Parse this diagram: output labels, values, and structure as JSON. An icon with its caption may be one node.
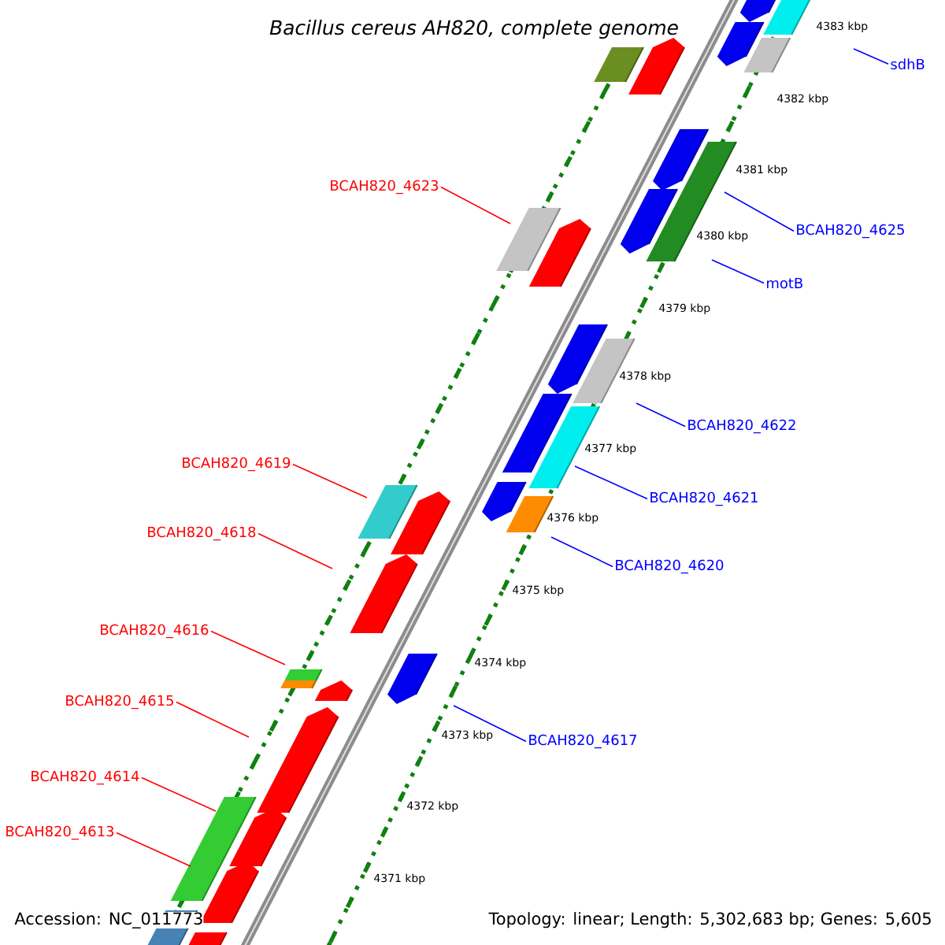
{
  "diagram": {
    "title": "Bacillus cereus AH820, complete genome",
    "nodes": [
      {
        "text": [
          "sdhB"
        ]
      },
      {
        "text": [
          "BCAH820_4623"
        ]
      },
      {
        "text": [
          "BCAH820_4625"
        ]
      },
      {
        "text": [
          "motB"
        ]
      },
      {
        "text": [
          "BCAH820_4622"
        ]
      },
      {
        "text": [
          "BCAH820_4619"
        ]
      },
      {
        "text": [
          "BCAH820_4621"
        ]
      },
      {
        "text": [
          "BCAH820_4618"
        ]
      },
      {
        "text": [
          "BCAH820_4620"
        ]
      },
      {
        "text": [
          "BCAH820_4616"
        ]
      },
      {
        "text": [
          "BCAH820_4615"
        ]
      },
      {
        "text": [
          "BCAH820_4617"
        ]
      },
      {
        "text": [
          "BCAH820_4614"
        ]
      },
      {
        "text": [
          "BCAH820_4613"
        ]
      }
    ],
    "edges": [
      {
        "from": 0,
        "to": null,
        "arrow": "none",
        "color": "#0000ff"
      },
      {
        "from": 1,
        "to": null,
        "arrow": "none",
        "color": "#ff0000"
      },
      {
        "from": 2,
        "to": null,
        "arrow": "none",
        "color": "#0000ff"
      },
      {
        "from": 3,
        "to": null,
        "arrow": "none",
        "color": "#0000ff"
      },
      {
        "from": 4,
        "to": null,
        "arrow": "none",
        "color": "#0000ff"
      },
      {
        "from": 5,
        "to": null,
        "arrow": "none",
        "color": "#ff0000"
      },
      {
        "from": 6,
        "to": null,
        "arrow": "none",
        "color": "#0000ff"
      },
      {
        "from": 7,
        "to": null,
        "arrow": "none",
        "color": "#ff0000"
      },
      {
        "from": 8,
        "to": null,
        "arrow": "none",
        "color": "#0000ff"
      },
      {
        "from": 9,
        "to": null,
        "arrow": "none",
        "color": "#ff0000"
      },
      {
        "from": 10,
        "to": null,
        "arrow": "none",
        "color": "#ff0000"
      },
      {
        "from": 11,
        "to": null,
        "arrow": "none",
        "color": "#0000ff"
      },
      {
        "from": 12,
        "to": null,
        "arrow": "none",
        "color": "#ff0000"
      },
      {
        "from": 13,
        "to": null,
        "arrow": "none",
        "color": "#ff0000"
      }
    ],
    "labels": [
      "4383 kbp",
      "4382 kbp",
      "4381 kbp",
      "4380 kbp",
      "4379 kbp",
      "4378 kbp",
      "4377 kbp",
      "4376 kbp",
      "4375 kbp",
      "4374 kbp",
      "4373 kbp",
      "4372 kbp",
      "4371 kbp",
      "Accession: NC_011773",
      "Topology: linear; Length: 5,302,683 bp; Genes: 5,605"
    ]
  }
}
